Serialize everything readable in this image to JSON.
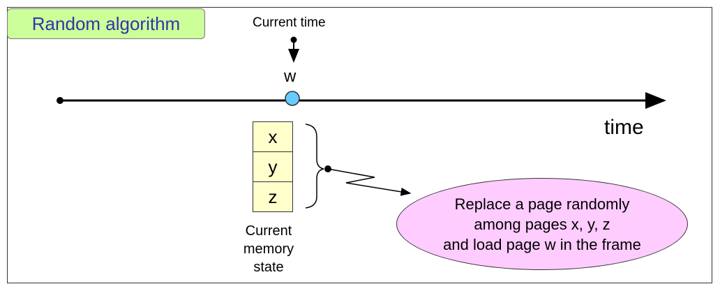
{
  "title": "Random algorithm",
  "current_time_label": "Current time",
  "current_page": "w",
  "axis_label": "time",
  "memory_pages": [
    "x",
    "y",
    "z"
  ],
  "memory_label_lines": [
    "Current",
    "memory",
    "state"
  ],
  "callout_lines": [
    "Replace a page randomly",
    "among pages x, y, z",
    "and load page w in the frame"
  ],
  "colors": {
    "title_background": "#ccff99",
    "title_text": "#3333aa",
    "memory_cell_fill": "#ffffcc",
    "callout_fill": "#ffccff",
    "current_marker_fill": "#66ccff"
  }
}
